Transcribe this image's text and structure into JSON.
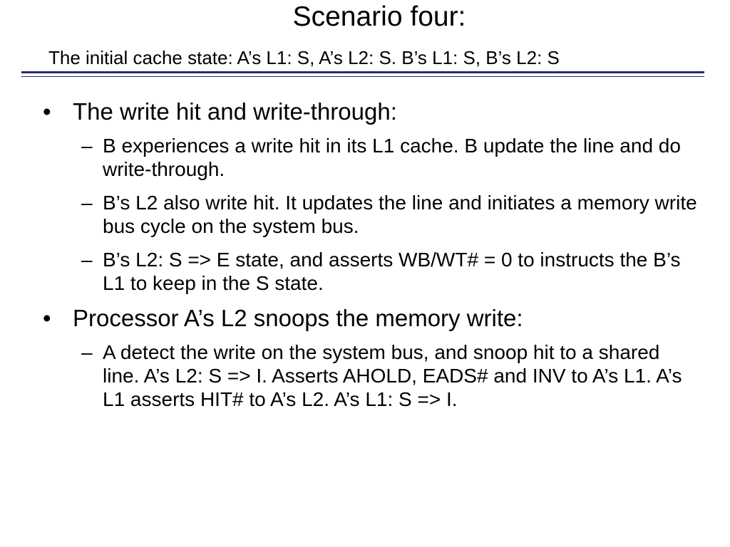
{
  "title": "Scenario four:",
  "subtitle": "The initial cache state: A’s L1: S, A’s L2: S. B’s L1: S, B’s L2: S",
  "bullet_glyph": "•",
  "dash_glyph": "–",
  "bullets": [
    {
      "text": "The write hit and write-through:",
      "subs": [
        "B experiences a write hit in its L1 cache. B update the line and do write-through.",
        "B’s L2 also write hit. It updates the line and initiates a memory write bus cycle on the system bus.",
        "B’s L2: S => E state, and asserts WB/WT# = 0 to instructs the B’s L1 to keep in the S state."
      ]
    },
    {
      "text": "Processor A’s L2 snoops the memory write:",
      "subs": [
        "A detect the write on the system bus, and snoop hit to a shared line. A’s L2: S => I. Asserts AHOLD, EADS# and INV to A’s L1. A’s L1 asserts HIT# to A’s L2. A’s L1: S => I."
      ]
    }
  ]
}
